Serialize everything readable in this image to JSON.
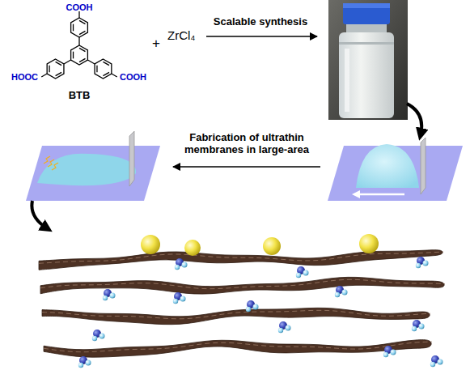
{
  "diagram": {
    "labels": [
      "COOH",
      "HOOC",
      "COOH",
      "BTB",
      "+",
      "ZrCl₄",
      "Scalable synthesis",
      "Fabrication of ultrathin membranes in large-area"
    ]
  }
}
